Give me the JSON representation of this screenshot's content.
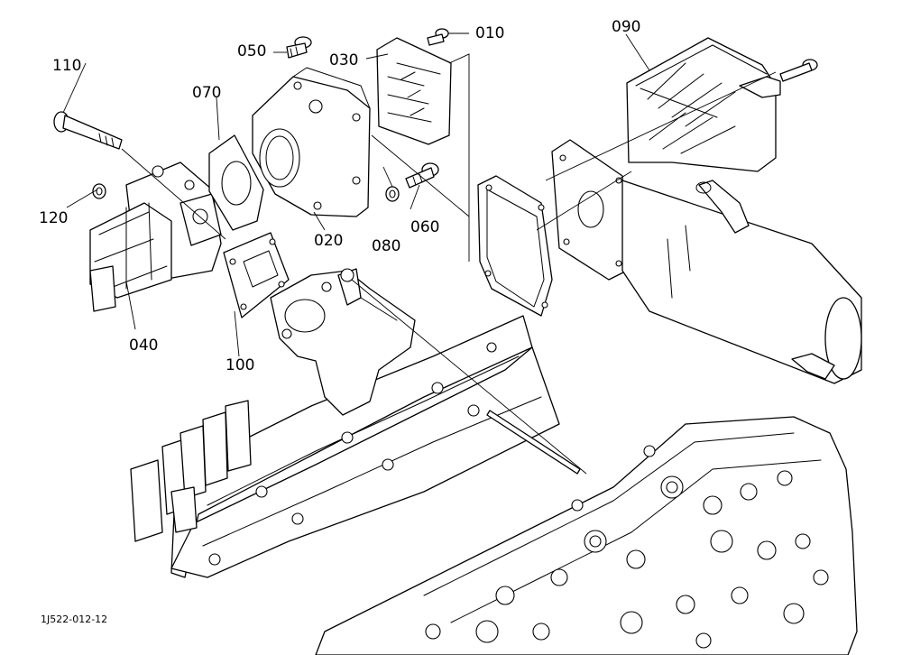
{
  "callouts": {
    "p010": "010",
    "p020": "020",
    "p030": "030",
    "p040": "040",
    "p050": "050",
    "p060": "060",
    "p070": "070",
    "p080": "080",
    "p090": "090",
    "p100": "100",
    "p110": "110",
    "p120": "120"
  },
  "figure_ref": "1J522-012-12"
}
